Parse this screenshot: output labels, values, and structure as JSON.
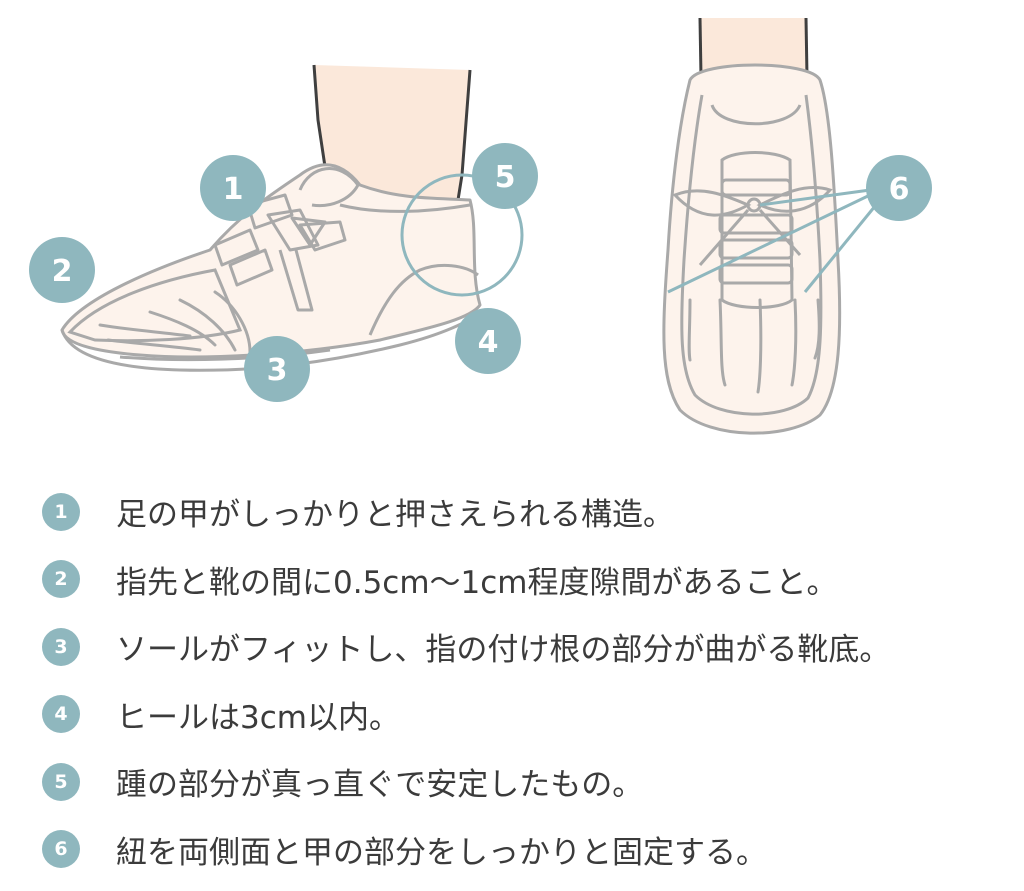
{
  "colors": {
    "accent": "#8fb7be",
    "outline": "#a9a9a9",
    "skin": "#fbe8da",
    "text": "#3b3b3b"
  },
  "callouts": {
    "c1": "1",
    "c2": "2",
    "c3": "3",
    "c4": "4",
    "c5": "5",
    "c6": "6"
  },
  "legend": [
    {
      "num": "1",
      "text": "足の甲がしっかりと押さえられる構造。"
    },
    {
      "num": "2",
      "text": "指先と靴の間に0.5cm〜1cm程度隙間があること。"
    },
    {
      "num": "3",
      "text": "ソールがフィットし、指の付け根の部分が曲がる靴底。"
    },
    {
      "num": "4",
      "text": "ヒールは3cm以内。"
    },
    {
      "num": "5",
      "text": "踵の部分が真っ直ぐで安定したもの。"
    },
    {
      "num": "6",
      "text": "紐を両側面と甲の部分をしっかりと固定する。"
    }
  ]
}
